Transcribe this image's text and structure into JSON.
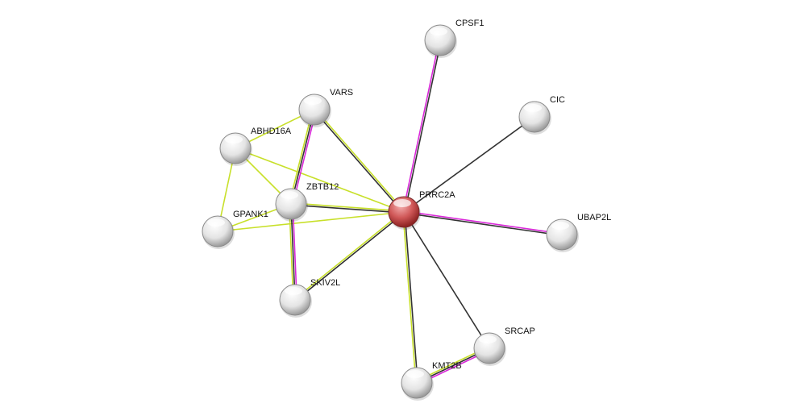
{
  "colors": {
    "textmining": "#c8e02a",
    "coexpression": "#333333",
    "experiments": "#d928d9",
    "query_node": "#d04848",
    "node": "#e0e0e0"
  },
  "nodes": [
    {
      "id": "PRRC2A",
      "query": true
    },
    {
      "id": "CPSF1"
    },
    {
      "id": "CIC"
    },
    {
      "id": "VARS"
    },
    {
      "id": "ABHD16A"
    },
    {
      "id": "ZBTB12"
    },
    {
      "id": "GPANK1"
    },
    {
      "id": "UBAP2L"
    },
    {
      "id": "SKIV2L"
    },
    {
      "id": "SRCAP"
    },
    {
      "id": "KMT2B"
    }
  ],
  "edges": [
    {
      "a": "PRRC2A",
      "b": "CPSF1",
      "types": [
        "experiments",
        "coexpression"
      ]
    },
    {
      "a": "PRRC2A",
      "b": "CIC",
      "types": [
        "coexpression"
      ]
    },
    {
      "a": "PRRC2A",
      "b": "VARS",
      "types": [
        "coexpression",
        "textmining"
      ]
    },
    {
      "a": "PRRC2A",
      "b": "ABHD16A",
      "types": [
        "textmining"
      ]
    },
    {
      "a": "PRRC2A",
      "b": "ZBTB12",
      "types": [
        "coexpression",
        "textmining"
      ]
    },
    {
      "a": "PRRC2A",
      "b": "GPANK1",
      "types": [
        "textmining"
      ]
    },
    {
      "a": "PRRC2A",
      "b": "UBAP2L",
      "types": [
        "experiments",
        "coexpression"
      ]
    },
    {
      "a": "PRRC2A",
      "b": "SKIV2L",
      "types": [
        "coexpression",
        "textmining"
      ]
    },
    {
      "a": "PRRC2A",
      "b": "SRCAP",
      "types": [
        "coexpression"
      ]
    },
    {
      "a": "PRRC2A",
      "b": "KMT2B",
      "types": [
        "coexpression",
        "textmining"
      ]
    },
    {
      "a": "VARS",
      "b": "ABHD16A",
      "types": [
        "textmining"
      ]
    },
    {
      "a": "VARS",
      "b": "ZBTB12",
      "types": [
        "experiments",
        "coexpression",
        "textmining"
      ]
    },
    {
      "a": "ABHD16A",
      "b": "ZBTB12",
      "types": [
        "textmining"
      ]
    },
    {
      "a": "ABHD16A",
      "b": "GPANK1",
      "types": [
        "textmining"
      ]
    },
    {
      "a": "GPANK1",
      "b": "ZBTB12",
      "types": [
        "textmining"
      ]
    },
    {
      "a": "ZBTB12",
      "b": "SKIV2L",
      "types": [
        "experiments",
        "coexpression",
        "textmining"
      ]
    },
    {
      "a": "SRCAP",
      "b": "KMT2B",
      "types": [
        "experiments",
        "coexpression",
        "textmining"
      ]
    }
  ]
}
